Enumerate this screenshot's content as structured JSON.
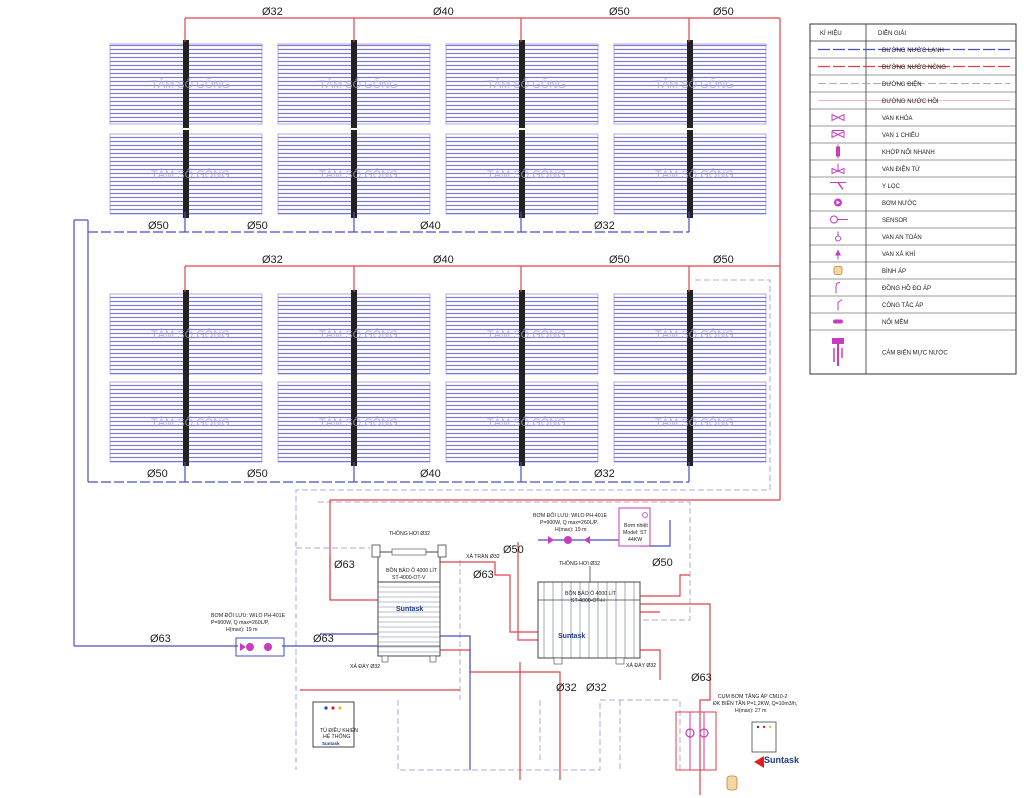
{
  "colors": {
    "cold": "#4a4ec7",
    "hot": "#e0424a",
    "electric": "#8a8ec0",
    "return": "#e0a0b0",
    "panel": "#7f7ad8",
    "fitting": "#c83cc0",
    "accent": "#1d3a8a"
  },
  "watermark": "TÂM SỐ GÔNG",
  "pipe_labels": {
    "top_hot": [
      "Ø32",
      "Ø40",
      "Ø50",
      "Ø50"
    ],
    "top_cold": [
      "Ø50",
      "Ø50",
      "Ø40",
      "Ø32"
    ],
    "mid_hot": [
      "Ø32",
      "Ø40",
      "Ø50",
      "Ø50"
    ],
    "bot_cold": [
      "Ø50",
      "Ø50",
      "Ø40",
      "Ø32"
    ]
  },
  "legend": {
    "header_symbol": "KÍ HIỆU",
    "header_desc": "DIỄN GIẢI",
    "rows": [
      {
        "icon": "cold-line",
        "label": "ĐƯỜNG NƯỚC LẠNH"
      },
      {
        "icon": "hot-line",
        "label": "ĐƯỜNG NƯỚC NÓNG"
      },
      {
        "icon": "electric-line",
        "label": "ĐƯỜNG ĐIỆN"
      },
      {
        "icon": "return-line",
        "label": "ĐƯỜNG NƯỚC HỒI"
      },
      {
        "icon": "valve-lock",
        "label": "VAN KHÓA"
      },
      {
        "icon": "check-valve",
        "label": "VAN 1 CHIỀU"
      },
      {
        "icon": "quick-coupling",
        "label": "KHỚP NỐI NHANH"
      },
      {
        "icon": "solenoid-valve",
        "label": "VAN ĐIỆN TỪ"
      },
      {
        "icon": "y-strainer",
        "label": "Y LỌC"
      },
      {
        "icon": "pump",
        "label": "BƠM NƯỚC"
      },
      {
        "icon": "sensor",
        "label": "SENSOR"
      },
      {
        "icon": "safety-valve",
        "label": "VAN AN TOÀN"
      },
      {
        "icon": "air-vent",
        "label": "VAN XẢ KHÍ"
      },
      {
        "icon": "expansion-tank",
        "label": "BÌNH ÁP"
      },
      {
        "icon": "pressure-gauge",
        "label": "ĐỒNG HỒ ĐO ÁP"
      },
      {
        "icon": "pressure-switch",
        "label": "CÔNG TẮC ÁP"
      },
      {
        "icon": "flex-joint",
        "label": "NỐI MỀM"
      },
      {
        "icon": "level-sensor",
        "label": "CẢM BIẾN MỰC NƯỚC"
      }
    ]
  },
  "tank_left": {
    "vent": "THÔNG HƠI Ø32",
    "overflow": "XẢ TRÀN Ø32",
    "name1": "BỒN BẢO Ô 4000 LÍT",
    "name2": "ST-4000-OT-V",
    "brand": "Suntask",
    "drain": "XẢ ĐÁY Ø32"
  },
  "tank_right": {
    "vent": "THÔNG HƠI Ø32",
    "name1": "BỒN BẢO Ô 4000 LÍT",
    "name2": "ST-4000-OT-H",
    "brand": "Suntask",
    "drain": "XẢ ĐÁY Ø32"
  },
  "pump_left": {
    "line1": "BƠM ĐỐI LƯU: WILO PH-401E",
    "line2": "P=900W, Q max=260L/P,",
    "line3": "H(max): 19 m"
  },
  "pump_top": {
    "line1": "BƠM ĐỐI LƯU: WILO PH-401E",
    "line2": "P=900W, Q max=260L/P,",
    "line3": "H(max): 19 m"
  },
  "heat_pump": {
    "line1": "Bơm nhiệt",
    "line2": "Model: ST",
    "line3": "44KW"
  },
  "booster": {
    "line1": "CỤM BƠM TĂNG ÁP CM10-2",
    "line2": "ĐK BIẾN TẦN P=1,2KW, Q=10m3/h,",
    "line3": "H(max): 27 m"
  },
  "control_box": {
    "line1": "TỦ ĐIỀU KHIỂN",
    "line2": "HỆ THỐNG",
    "brand": "Suntask"
  },
  "brand_main": "Suntask",
  "dims": {
    "d63_left": "Ø63",
    "d63_tank": "Ø63",
    "d63_pump": "Ø63",
    "d63_mid": "Ø63",
    "d50_a": "Ø50",
    "d50_b": "Ø50",
    "d32_a": "Ø32",
    "d32_b": "Ø32",
    "d63_booster": "Ø63"
  }
}
